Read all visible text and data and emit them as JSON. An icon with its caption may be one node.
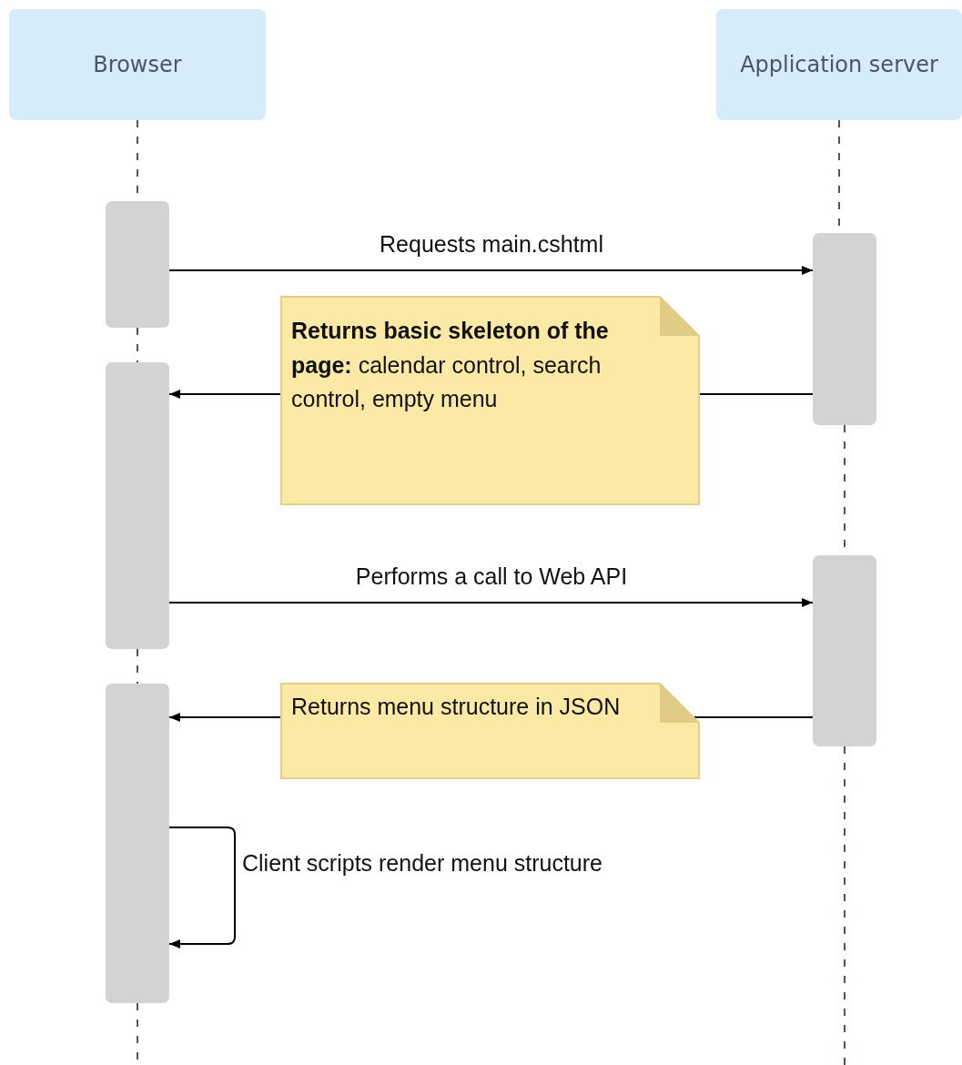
{
  "diagram": {
    "nodes": [
      {
        "text": [
          "Browser"
        ]
      },
      {
        "text": [
          "Application server"
        ]
      },
      {
        "text": [],
        "shape": "bar"
      },
      {
        "text": [],
        "shape": "bar"
      },
      {
        "text": [],
        "shape": "bar"
      },
      {
        "text": [],
        "shape": "bar"
      },
      {
        "text": [],
        "shape": "bar"
      }
    ],
    "edges": [
      {
        "from": 0,
        "to": 2,
        "arrow": "none",
        "style": "dashed"
      },
      {
        "from": 2,
        "to": 4,
        "arrow": "none",
        "style": "dashed"
      },
      {
        "from": 4,
        "to": 6,
        "arrow": "none",
        "style": "dashed"
      },
      {
        "from": 6,
        "to": null,
        "arrow": "none",
        "style": "dashed"
      },
      {
        "from": 1,
        "to": 3,
        "arrow": "none",
        "style": "dashed"
      },
      {
        "from": 3,
        "to": 5,
        "arrow": "none",
        "style": "dashed"
      },
      {
        "from": 5,
        "to": null,
        "arrow": "none",
        "style": "dashed"
      },
      {
        "from": 2,
        "to": 3,
        "arrow": "to",
        "color": "#000000",
        "label": "Requests main.cshtml"
      },
      {
        "from": 3,
        "to": 4,
        "arrow": "to",
        "color": "#000000",
        "label": "**Returns basic skeleton of the page:** calendar control, search control, empty menu"
      },
      {
        "from": 4,
        "to": 5,
        "arrow": "to",
        "color": "#000000",
        "label": "Performs a call to Web API"
      },
      {
        "from": 5,
        "to": 6,
        "arrow": "to",
        "color": "#000000",
        "label": "Returns menu structure in JSON"
      },
      {
        "from": 6,
        "to": 6,
        "arrow": "to",
        "color": "#000000",
        "label": "Client scripts render menu structure"
      }
    ]
  }
}
